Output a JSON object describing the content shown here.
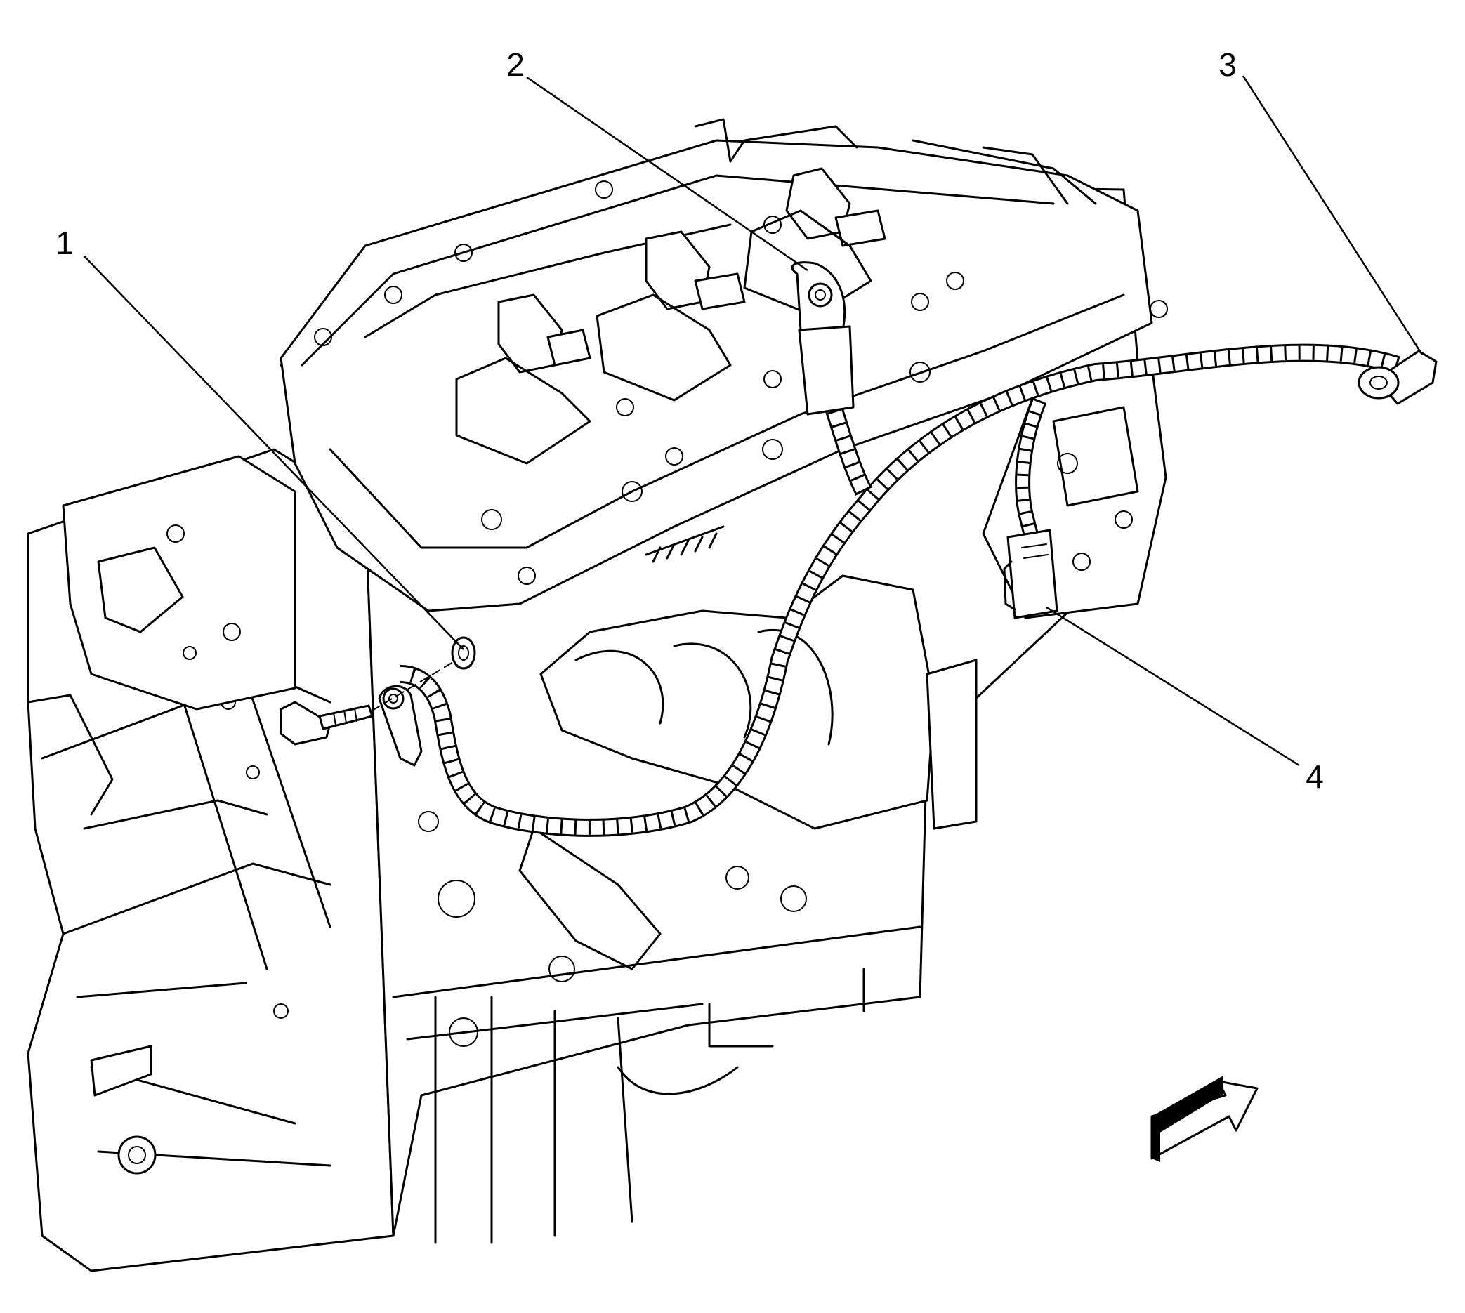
{
  "callouts": [
    {
      "label": "1"
    },
    {
      "label": "2"
    },
    {
      "label": "3"
    },
    {
      "label": "4"
    }
  ],
  "icons": {
    "orientation_arrow": "front-view-arrow-icon"
  },
  "colors": {
    "line": "#000000",
    "background": "#ffffff"
  }
}
